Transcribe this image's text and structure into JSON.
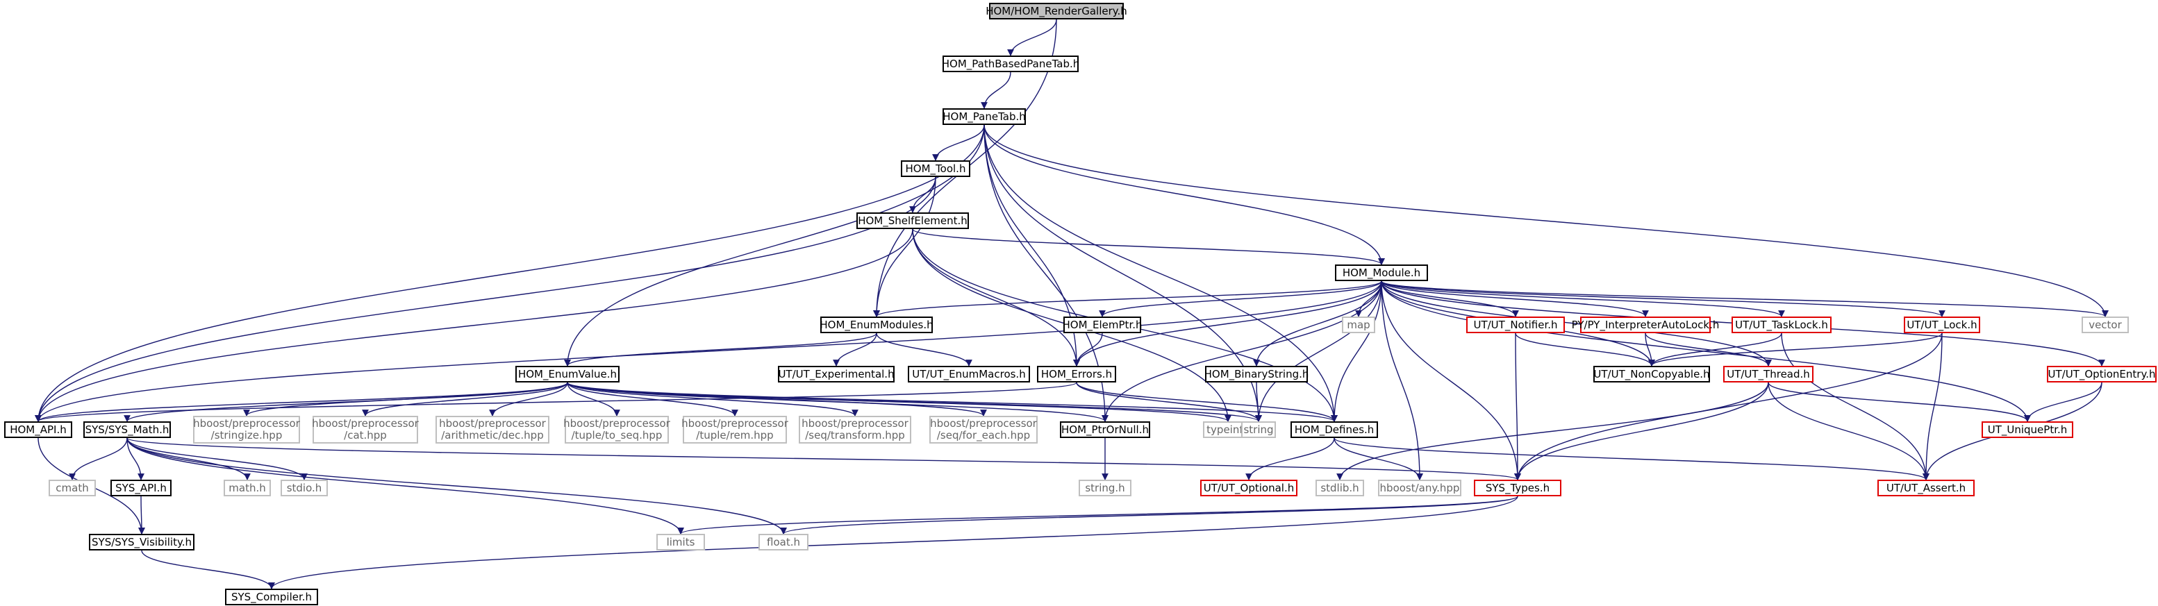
{
  "nodes": [
    {
      "id": "render_gallery",
      "label": "HOM/HOM_RenderGallery.h",
      "style": "root"
    },
    {
      "id": "path_pane_tab",
      "label": "HOM_PathBasedPaneTab.h",
      "style": "normal"
    },
    {
      "id": "pane_tab",
      "label": "HOM_PaneTab.h",
      "style": "normal"
    },
    {
      "id": "tool",
      "label": "HOM_Tool.h",
      "style": "normal"
    },
    {
      "id": "shelf_element",
      "label": "HOM_ShelfElement.h",
      "style": "normal"
    },
    {
      "id": "module",
      "label": "HOM_Module.h",
      "style": "normal"
    },
    {
      "id": "vector",
      "label": "vector",
      "style": "grey"
    },
    {
      "id": "map",
      "label": "map",
      "style": "grey"
    },
    {
      "id": "enum_modules",
      "label": "HOM_EnumModules.h",
      "style": "normal"
    },
    {
      "id": "elem_ptr",
      "label": "HOM_ElemPtr.h",
      "style": "normal"
    },
    {
      "id": "notifier",
      "label": "UT/UT_Notifier.h",
      "style": "red"
    },
    {
      "id": "py_lock",
      "label": "PY/PY_InterpreterAutoLock.h",
      "style": "red"
    },
    {
      "id": "task_lock",
      "label": "UT/UT_TaskLock.h",
      "style": "red"
    },
    {
      "id": "ut_lock",
      "label": "UT/UT_Lock.h",
      "style": "red"
    },
    {
      "id": "option_entry",
      "label": "UT/UT_OptionEntry.h",
      "style": "red"
    },
    {
      "id": "enum_value",
      "label": "HOM_EnumValue.h",
      "style": "normal"
    },
    {
      "id": "experimental",
      "label": "UT/UT_Experimental.h",
      "style": "normal"
    },
    {
      "id": "enum_macros",
      "label": "UT/UT_EnumMacros.h",
      "style": "normal"
    },
    {
      "id": "errors",
      "label": "HOM_Errors.h",
      "style": "normal"
    },
    {
      "id": "binary_string",
      "label": "HOM_BinaryString.h",
      "style": "normal"
    },
    {
      "id": "noncopyable",
      "label": "UT/UT_NonCopyable.h",
      "style": "normal"
    },
    {
      "id": "thread",
      "label": "UT/UT_Thread.h",
      "style": "red"
    },
    {
      "id": "hom_api",
      "label": "HOM_API.h",
      "style": "normal"
    },
    {
      "id": "sys_math",
      "label": "SYS/SYS_Math.h",
      "style": "normal"
    },
    {
      "id": "stringize",
      "label": "hboost/preprocessor\n/stringize.hpp",
      "style": "grey"
    },
    {
      "id": "cat",
      "label": "hboost/preprocessor\n/cat.hpp",
      "style": "grey"
    },
    {
      "id": "dec",
      "label": "hboost/preprocessor\n/arithmetic/dec.hpp",
      "style": "grey"
    },
    {
      "id": "to_seq",
      "label": "hboost/preprocessor\n/tuple/to_seq.hpp",
      "style": "grey"
    },
    {
      "id": "rem",
      "label": "hboost/preprocessor\n/tuple/rem.hpp",
      "style": "grey"
    },
    {
      "id": "transform",
      "label": "hboost/preprocessor\n/seq/transform.hpp",
      "style": "grey"
    },
    {
      "id": "for_each",
      "label": "hboost/preprocessor\n/seq/for_each.hpp",
      "style": "grey"
    },
    {
      "id": "ptr_or_null",
      "label": "HOM_PtrOrNull.h",
      "style": "normal"
    },
    {
      "id": "typeinfo",
      "label": "typeinfo",
      "style": "grey"
    },
    {
      "id": "string",
      "label": "string",
      "style": "grey"
    },
    {
      "id": "defines",
      "label": "HOM_Defines.h",
      "style": "normal"
    },
    {
      "id": "unique_ptr",
      "label": "UT_UniquePtr.h",
      "style": "red"
    },
    {
      "id": "cmath",
      "label": "cmath",
      "style": "grey"
    },
    {
      "id": "sys_api",
      "label": "SYS_API.h",
      "style": "normal"
    },
    {
      "id": "math_h",
      "label": "math.h",
      "style": "grey"
    },
    {
      "id": "stdio_h",
      "label": "stdio.h",
      "style": "grey"
    },
    {
      "id": "string_h",
      "label": "string.h",
      "style": "grey"
    },
    {
      "id": "ut_optional",
      "label": "UT/UT_Optional.h",
      "style": "red"
    },
    {
      "id": "stdlib_h",
      "label": "stdlib.h",
      "style": "grey"
    },
    {
      "id": "any_hpp",
      "label": "hboost/any.hpp",
      "style": "grey"
    },
    {
      "id": "sys_types",
      "label": "SYS_Types.h",
      "style": "red"
    },
    {
      "id": "ut_assert",
      "label": "UT/UT_Assert.h",
      "style": "red"
    },
    {
      "id": "visibility",
      "label": "SYS/SYS_Visibility.h",
      "style": "normal"
    },
    {
      "id": "limits",
      "label": "limits",
      "style": "grey"
    },
    {
      "id": "float_h",
      "label": "float.h",
      "style": "grey"
    },
    {
      "id": "compiler",
      "label": "SYS_Compiler.h",
      "style": "normal"
    }
  ],
  "edges": [
    [
      "render_gallery",
      "path_pane_tab"
    ],
    [
      "render_gallery",
      "enum_modules"
    ],
    [
      "path_pane_tab",
      "pane_tab"
    ],
    [
      "pane_tab",
      "tool"
    ],
    [
      "pane_tab",
      "module"
    ],
    [
      "pane_tab",
      "vector"
    ],
    [
      "pane_tab",
      "enum_value"
    ],
    [
      "pane_tab",
      "hom_api"
    ],
    [
      "pane_tab",
      "errors"
    ],
    [
      "pane_tab",
      "ptr_or_null"
    ],
    [
      "pane_tab",
      "string"
    ],
    [
      "pane_tab",
      "defines"
    ],
    [
      "tool",
      "shelf_element"
    ],
    [
      "tool",
      "enum_modules"
    ],
    [
      "tool",
      "hom_api"
    ],
    [
      "shelf_element",
      "module"
    ],
    [
      "shelf_element",
      "errors"
    ],
    [
      "shelf_element",
      "hom_api"
    ],
    [
      "shelf_element",
      "typeinfo"
    ],
    [
      "shelf_element",
      "defines"
    ],
    [
      "module",
      "vector"
    ],
    [
      "module",
      "map"
    ],
    [
      "module",
      "enum_modules"
    ],
    [
      "module",
      "elem_ptr"
    ],
    [
      "module",
      "notifier"
    ],
    [
      "module",
      "py_lock"
    ],
    [
      "module",
      "task_lock"
    ],
    [
      "module",
      "ut_lock"
    ],
    [
      "module",
      "option_entry"
    ],
    [
      "module",
      "errors"
    ],
    [
      "module",
      "binary_string"
    ],
    [
      "module",
      "noncopyable"
    ],
    [
      "module",
      "thread"
    ],
    [
      "module",
      "hom_api"
    ],
    [
      "module",
      "string"
    ],
    [
      "module",
      "defines"
    ],
    [
      "module",
      "unique_ptr"
    ],
    [
      "module",
      "any_hpp"
    ],
    [
      "module",
      "sys_types"
    ],
    [
      "module",
      "ptr_or_null"
    ],
    [
      "enum_modules",
      "enum_value"
    ],
    [
      "enum_modules",
      "experimental"
    ],
    [
      "enum_modules",
      "enum_macros"
    ],
    [
      "elem_ptr",
      "errors"
    ],
    [
      "notifier",
      "noncopyable"
    ],
    [
      "notifier",
      "sys_types"
    ],
    [
      "py_lock",
      "noncopyable"
    ],
    [
      "py_lock",
      "thread"
    ],
    [
      "task_lock",
      "noncopyable"
    ],
    [
      "task_lock",
      "ut_assert"
    ],
    [
      "ut_lock",
      "noncopyable"
    ],
    [
      "ut_lock",
      "ut_assert"
    ],
    [
      "ut_lock",
      "sys_types"
    ],
    [
      "option_entry",
      "unique_ptr"
    ],
    [
      "option_entry",
      "ut_assert"
    ],
    [
      "enum_value",
      "hom_api"
    ],
    [
      "enum_value",
      "sys_math"
    ],
    [
      "enum_value",
      "stringize"
    ],
    [
      "enum_value",
      "cat"
    ],
    [
      "enum_value",
      "dec"
    ],
    [
      "enum_value",
      "to_seq"
    ],
    [
      "enum_value",
      "rem"
    ],
    [
      "enum_value",
      "transform"
    ],
    [
      "enum_value",
      "for_each"
    ],
    [
      "enum_value",
      "ptr_or_null"
    ],
    [
      "enum_value",
      "typeinfo"
    ],
    [
      "enum_value",
      "string"
    ],
    [
      "enum_value",
      "defines"
    ],
    [
      "errors",
      "hom_api"
    ],
    [
      "errors",
      "string"
    ],
    [
      "errors",
      "defines"
    ],
    [
      "binary_string",
      "string"
    ],
    [
      "thread",
      "unique_ptr"
    ],
    [
      "thread",
      "stdlib_h"
    ],
    [
      "thread",
      "sys_types"
    ],
    [
      "thread",
      "ut_assert"
    ],
    [
      "hom_api",
      "visibility"
    ],
    [
      "sys_math",
      "cmath"
    ],
    [
      "sys_math",
      "sys_api"
    ],
    [
      "sys_math",
      "math_h"
    ],
    [
      "sys_math",
      "stdio_h"
    ],
    [
      "sys_math",
      "sys_types"
    ],
    [
      "sys_math",
      "limits"
    ],
    [
      "sys_math",
      "float_h"
    ],
    [
      "ptr_or_null",
      "string_h"
    ],
    [
      "defines",
      "ut_optional"
    ],
    [
      "defines",
      "any_hpp"
    ],
    [
      "defines",
      "ut_assert"
    ],
    [
      "sys_api",
      "visibility"
    ],
    [
      "visibility",
      "compiler"
    ],
    [
      "sys_types",
      "limits"
    ],
    [
      "sys_types",
      "float_h"
    ],
    [
      "sys_types",
      "compiler"
    ]
  ],
  "colors": {
    "edge": "#191970",
    "red_border": "#e00000",
    "grey_border": "#bfbfbf",
    "root_fill": "#c0c0c0"
  }
}
